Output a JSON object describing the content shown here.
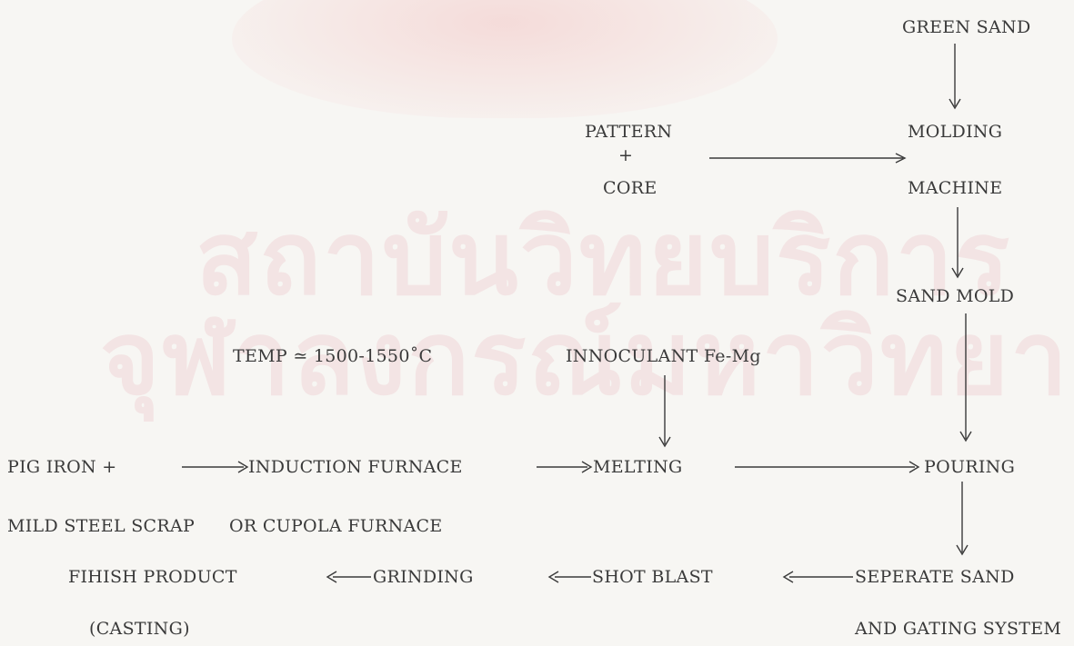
{
  "watermark": {
    "line1": "สถาบันวิทยบริการ",
    "line2": "จุฬาลงกรณ์มหาวิทยาลัย"
  },
  "nodes": {
    "green_sand": "GREEN SAND",
    "pattern": "PATTERN",
    "plus": "+",
    "core": "CORE",
    "molding": "MOLDING",
    "machine": "MACHINE",
    "sand_mold": "SAND MOLD",
    "temp": "TEMP ≃ 1500-1550˚C",
    "innoculant": "INNOCULANT  Fe-Mg",
    "pig_iron": "PIG IRON +",
    "induction_furnace": "INDUCTION FURNACE",
    "melting": "MELTING",
    "pouring": "POURING",
    "mild_steel": "MILD STEEL SCRAP",
    "cupola": "OR CUPOLA FURNACE",
    "finish_product": "FIHISH  PRODUCT",
    "casting": "(CASTING)",
    "grinding": "GRINDING",
    "shot_blast": "SHOT BLAST",
    "separate_sand": "SEPERATE SAND",
    "gating_system": "AND GATING SYSTEM"
  },
  "edges": [
    {
      "from": "green_sand",
      "to": "molding"
    },
    {
      "from": "pattern",
      "to": "molding"
    },
    {
      "from": "machine",
      "to": "sand_mold"
    },
    {
      "from": "sand_mold",
      "to": "pouring"
    },
    {
      "from": "innoculant",
      "to": "melting"
    },
    {
      "from": "pig_iron",
      "to": "induction_furnace"
    },
    {
      "from": "induction_furnace",
      "to": "melting"
    },
    {
      "from": "melting",
      "to": "pouring"
    },
    {
      "from": "pouring",
      "to": "separate_sand"
    },
    {
      "from": "separate_sand",
      "to": "shot_blast"
    },
    {
      "from": "shot_blast",
      "to": "grinding"
    },
    {
      "from": "grinding",
      "to": "finish_product"
    }
  ]
}
